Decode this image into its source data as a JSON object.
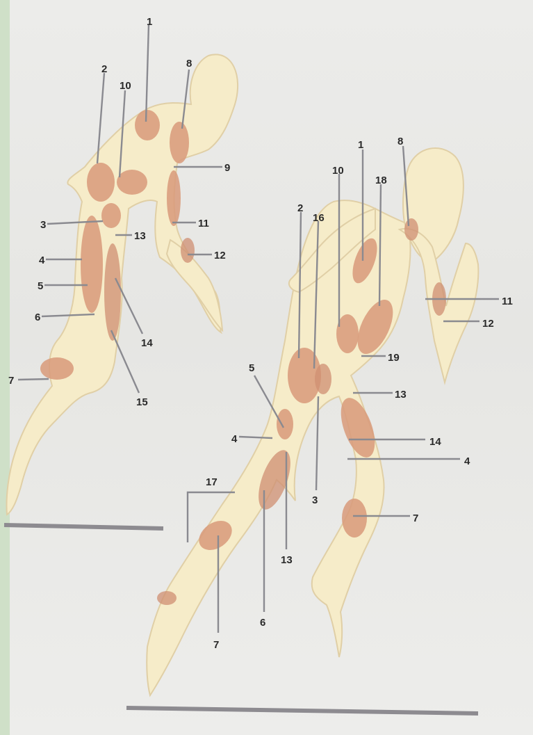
{
  "figure_left": {
    "labels": {
      "n1": "1",
      "n2": "2",
      "n10": "10",
      "n8": "8",
      "n9": "9",
      "n3": "3",
      "n13": "13",
      "n11": "11",
      "n12": "12",
      "n4": "4",
      "n5": "5",
      "n6": "6",
      "n14": "14",
      "n7": "7",
      "n15": "15"
    }
  },
  "figure_right": {
    "labels": {
      "n1": "1",
      "n8": "8",
      "n10": "10",
      "n18": "18",
      "n2": "2",
      "n16": "16",
      "n11": "11",
      "n12": "12",
      "n19": "19",
      "n5": "5",
      "n13a": "13",
      "n14": "14",
      "n4a": "4",
      "n4b": "4",
      "n3": "3",
      "n7a": "7",
      "n17": "17",
      "n13b": "13",
      "n6": "6",
      "n7b": "7"
    }
  },
  "colors": {
    "skin": "#f6ecc9",
    "muscle": "#d89a7a",
    "leader": "#8a8a90",
    "page": "#ececea"
  }
}
